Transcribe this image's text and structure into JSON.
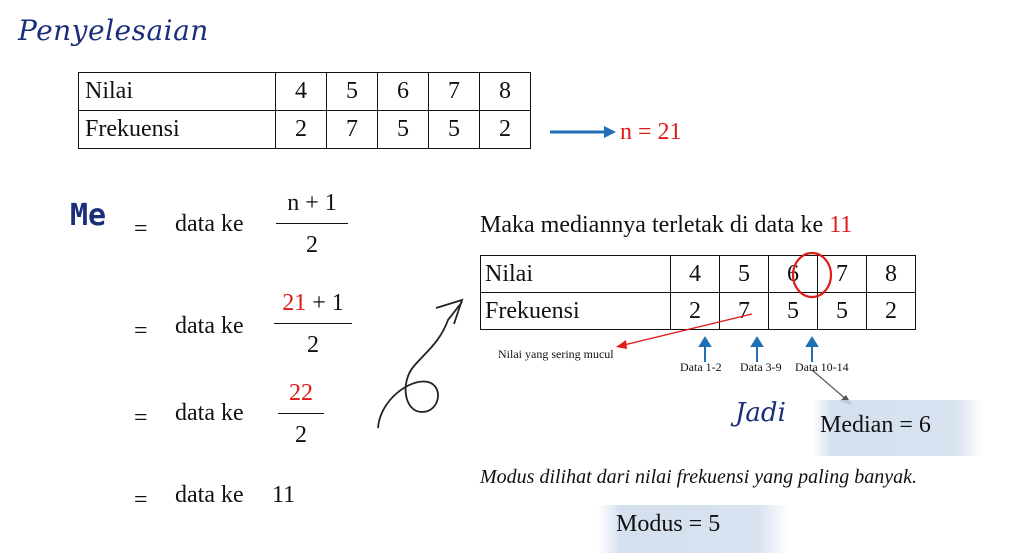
{
  "title": "Penyelesaian",
  "table1": {
    "row1_label": "Nilai",
    "row2_label": "Frekuensi",
    "nilai": [
      "4",
      "5",
      "6",
      "7",
      "8"
    ],
    "frekuensi": [
      "2",
      "7",
      "5",
      "5",
      "2"
    ]
  },
  "n_label": "n = 21",
  "median_formula": {
    "me": "Me",
    "eq": "=",
    "data_ke": "data ke",
    "step1_num": "n + 1",
    "step1_den": "2",
    "step2_num_red": "21",
    "step2_num_rest": " + 1",
    "step2_den": "2",
    "step3_num": "22",
    "step3_den": "2",
    "step4_val": "11"
  },
  "maka": {
    "prefix": "Maka mediannya terletak di data ke ",
    "value": "11"
  },
  "table2": {
    "row1_label": "Nilai",
    "row2_label": "Frekuensi",
    "nilai": [
      "4",
      "5",
      "6",
      "7",
      "8"
    ],
    "frekuensi": [
      "2",
      "7",
      "5",
      "5",
      "2"
    ]
  },
  "annotations": {
    "sering": "Nilai yang sering mucul",
    "data_1_2": "Data 1-2",
    "data_3_9": "Data 3-9",
    "data_10_14": "Data 10-14"
  },
  "jadi": "Jadi",
  "median_result": "Median =  6",
  "modus_note": "Modus dilihat dari nilai frekuensi yang paling banyak.",
  "modus_result": "Modus =  5",
  "colors": {
    "accent_blue": "#1f6fb4",
    "red": "#e01919",
    "ink_blue": "#1a2e7a"
  }
}
